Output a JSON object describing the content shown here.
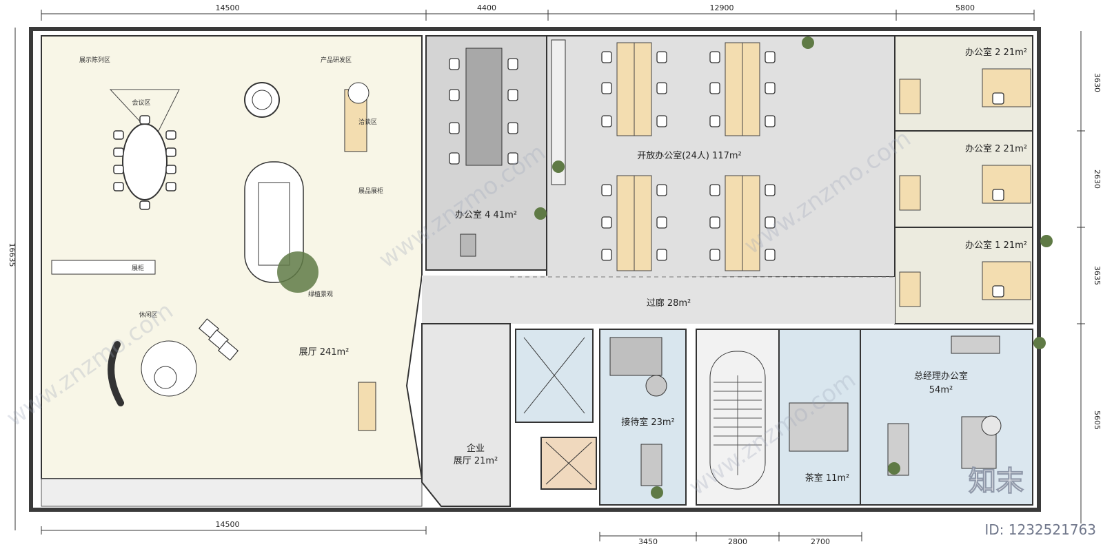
{
  "colors": {
    "exhibition_floor": "#f8f6e7",
    "office_grey": "#d4d4d4",
    "open_office": "#e0e0e0",
    "corridor": "#e3e3e3",
    "small_office": "#ecebdf",
    "reception_blue": "#d9e6ee",
    "gm_office_blue": "#dbe7ef",
    "desk_wood": "#f3ddb0",
    "wall": "#3a3a3a",
    "plant": "#5f7a45"
  },
  "dimensions": {
    "top": [
      "14500",
      "4400",
      "12900",
      "5800"
    ],
    "bottom_left": "14500",
    "bottom": [
      "3450",
      "2800",
      "2700"
    ],
    "right": [
      "3630",
      "2630",
      "3635",
      "5605"
    ],
    "left": "16635",
    "corridor_width": "1975"
  },
  "rooms": {
    "exhibition_hall": "展厅 241m²",
    "office_4": "办公室 4  41m²",
    "open_office": "开放办公室(24人) 117m²",
    "office_2a": "办公室 2  21m²",
    "office_2b": "办公室 2  21m²",
    "office_1": "办公室 1  21m²",
    "corridor": "过廊  28m²",
    "reception": "接待室 23m²",
    "gm_office_line1": "总经理办公室",
    "gm_office_line2": "54m²",
    "tea_room": "茶室  11m²",
    "company_hall_line1": "企业",
    "company_hall_line2": "展厅 21m²"
  },
  "zone_labels": {
    "meeting": "会议区",
    "top_zone": "展示陈列区",
    "top_zone2": "产品研发区",
    "reading": "洽谈区",
    "product": "展品展柜",
    "leisure": "休闲区",
    "green": "绿植景观",
    "shelf": "展柜"
  },
  "watermarks": {
    "brand": "知末",
    "url": "www.znzmo.com",
    "id": "ID: 1232521763"
  }
}
